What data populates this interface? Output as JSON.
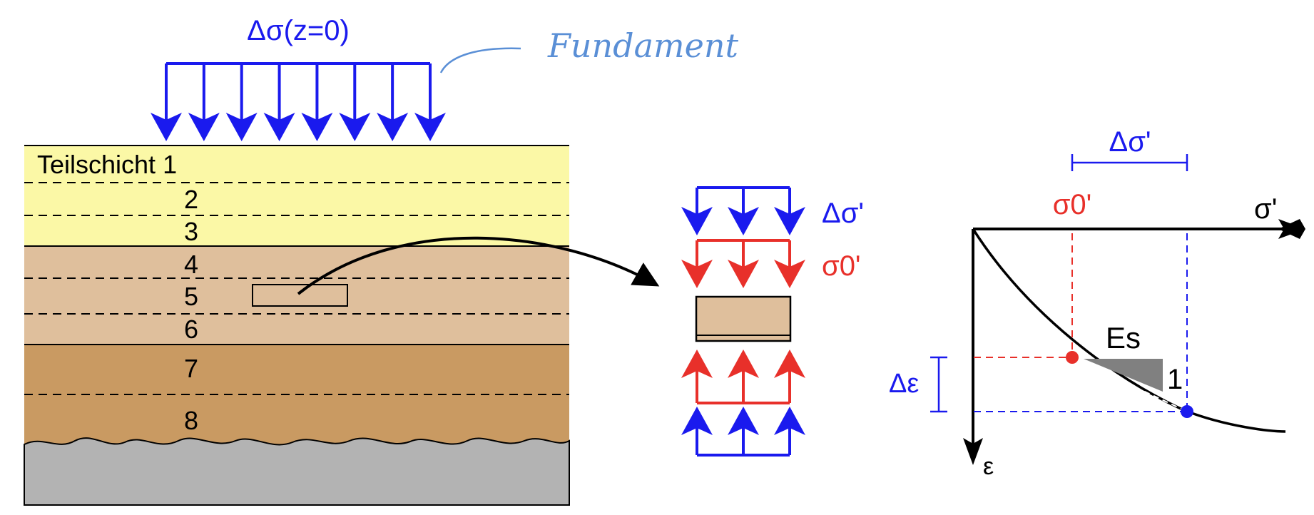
{
  "load": {
    "label": "Δσ(z=0)",
    "arrow_count": 8
  },
  "annotation": {
    "handwritten": "Fundament"
  },
  "soil": {
    "first_label": "Teilschicht 1",
    "sublayers": [
      "2",
      "3",
      "4",
      "5",
      "6",
      "7",
      "8"
    ],
    "colors": {
      "yellow": "#fbf8a6",
      "tan": "#dfbf9c",
      "brown": "#c99a62",
      "rock": "#b3b3b3"
    }
  },
  "element": {
    "load_label": "Δσ'",
    "initial_label": "σ0'",
    "colors": {
      "load": "#1a1aee",
      "initial": "#e8302a",
      "sample": "#dfbf9c"
    }
  },
  "graph": {
    "x_axis_label": "σ'",
    "y_axis_label": "ε",
    "sigma0_label": "σ0'",
    "delta_sigma_label": "Δσ'",
    "delta_eps_label": "Δε",
    "modulus_label": "Es",
    "slope_label": "1"
  }
}
